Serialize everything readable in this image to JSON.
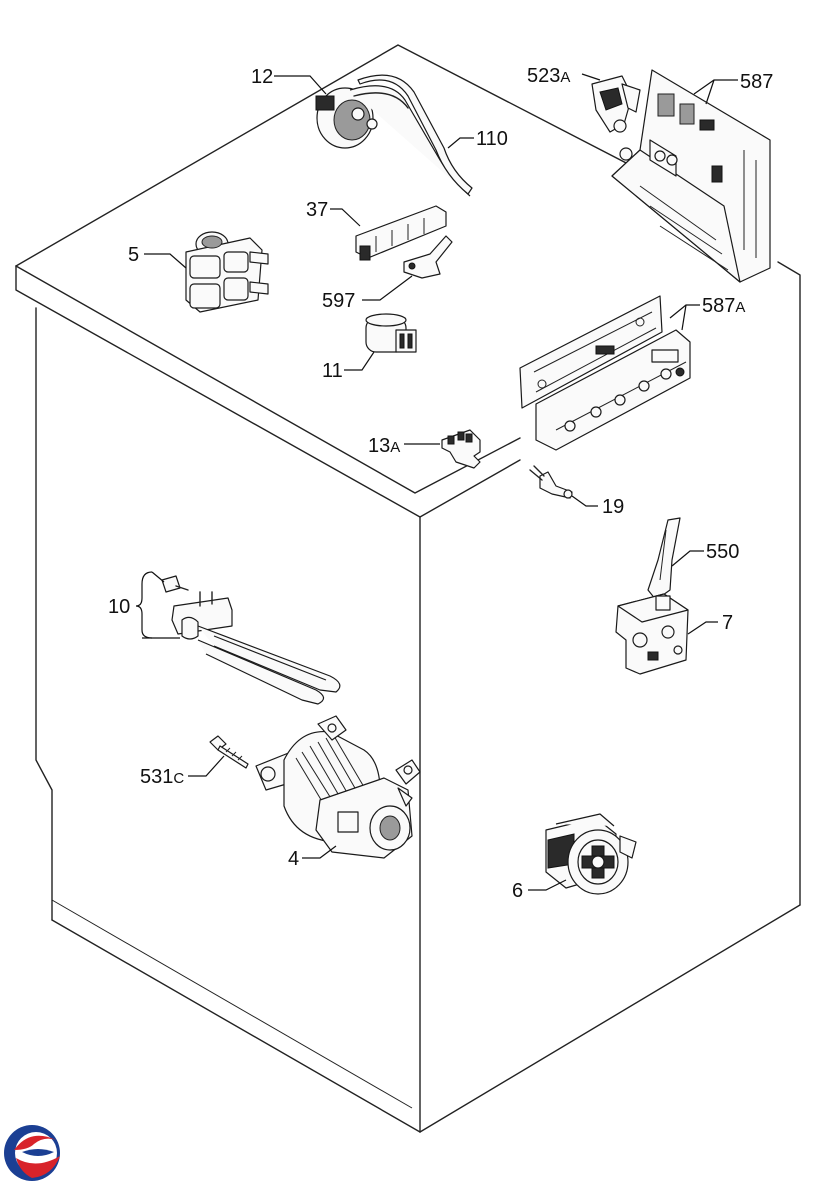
{
  "labels": {
    "l12": "12",
    "l110": "110",
    "l523": "523",
    "l523_suffix": "A",
    "l587": "587",
    "l37": "37",
    "l5": "5",
    "l597": "597",
    "l587a": "587",
    "l587a_suffix": "A",
    "l11": "11",
    "l13a": "13",
    "l13a_suffix": "A",
    "l19": "19",
    "l550": "550",
    "l10": "10",
    "l7": "7",
    "l531c": "531",
    "l531c_suffix": "C",
    "l4": "4",
    "l6": "6"
  },
  "logo": {
    "colors": [
      "#1b3f93",
      "#d8232a"
    ]
  }
}
